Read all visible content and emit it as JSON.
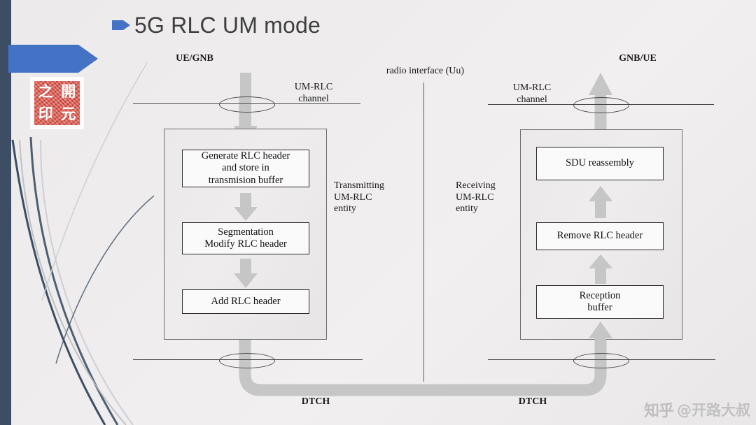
{
  "slide": {
    "title": "5G RLC UM mode",
    "bullet_color": "#4472c4",
    "background": "#ecebeb"
  },
  "seal": {
    "chars": [
      "之",
      "開",
      "印",
      "元"
    ],
    "color": "#c8372c"
  },
  "diagram": {
    "left_entity_header": "UE/GNB",
    "right_entity_header": "GNB/UE",
    "radio_interface_label": "radio interface (Uu)",
    "left_channel_label": "UM-RLC\nchannel",
    "right_channel_label": "UM-RLC\nchannel",
    "left_entity_side_label": "Transmitting\nUM-RLC\nentity",
    "right_entity_side_label": "Receiving\nUM-RLC\nentity",
    "left_dtch_label": "DTCH",
    "right_dtch_label": "DTCH",
    "transmitting_steps": [
      "Generate RLC header\nand store in\ntransmision buffer",
      "Segmentation\nModify RLC header",
      "Add RLC header"
    ],
    "receiving_steps": [
      "SDU reassembly",
      "Remove RLC header",
      "Reception\nbuffer"
    ],
    "arrow_color": "#c6c6c6",
    "line_color": "#4a4a4a"
  },
  "watermark": {
    "logo": "知乎",
    "handle": "@开路大叔"
  }
}
